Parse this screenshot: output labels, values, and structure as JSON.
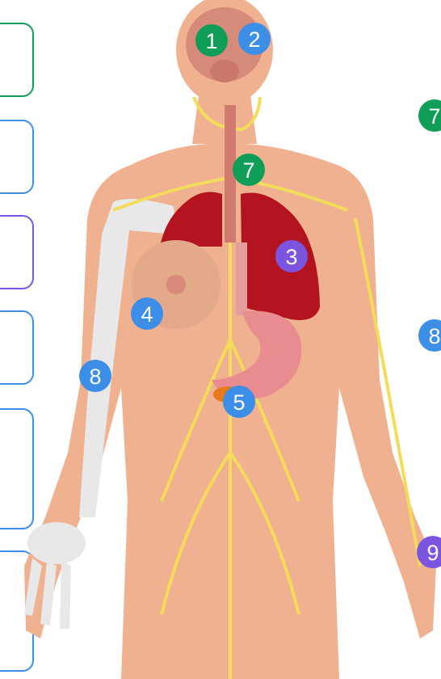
{
  "colors": {
    "green": "#0f9d58",
    "blue": "#3d8ee6",
    "purple": "#7b55e0",
    "skin": "#f0b190",
    "nerve": "#f3dc5a",
    "lung": "#b3121f",
    "bone": "#e8e8e8"
  },
  "answer_boxes": [
    {
      "color": "green",
      "value": ""
    },
    {
      "color": "blue",
      "value": ""
    },
    {
      "color": "purple",
      "value": ""
    },
    {
      "color": "blue",
      "value": ""
    },
    {
      "color": "blue",
      "value": ""
    },
    {
      "color": "blue",
      "value": ""
    }
  ],
  "markers": {
    "m1": "1",
    "m2": "2",
    "m3": "3",
    "m4": "4",
    "m5": "5",
    "m7a": "7",
    "m8a": "8",
    "m7b": "7",
    "m8b": "8",
    "m9": "9"
  }
}
